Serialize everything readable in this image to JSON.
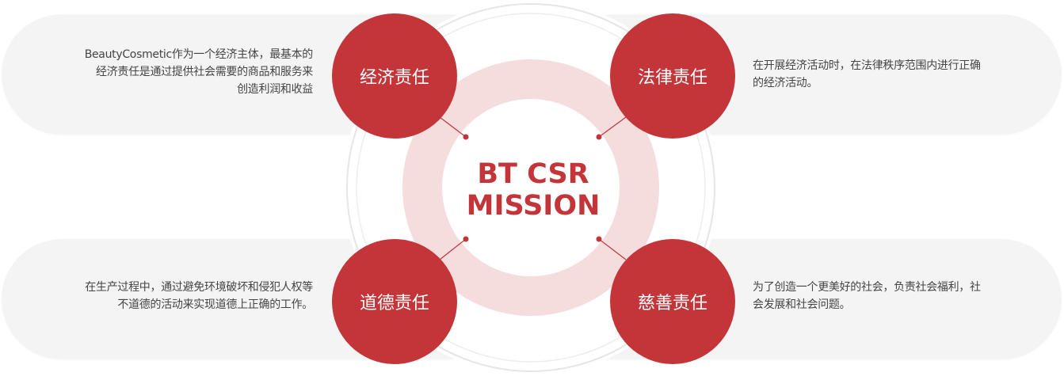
{
  "center": {
    "line1": "BT CSR",
    "line2": "MISSION"
  },
  "quadrants": {
    "economic": {
      "title": "经济责任",
      "lines": [
        "BeautyCosmetic作为一个经济主体，最基本的",
        "经济责任是通过提供社会需要的商品和服务来",
        "创造利润和收益"
      ]
    },
    "legal": {
      "title": "法律责任",
      "lines": [
        "在开展经济活动时，在法律秩序范围内进行正确",
        "的经济活动。"
      ]
    },
    "ethical": {
      "title": "道德责任",
      "lines": [
        "在生产过程中，通过避免环境破坏和侵犯人权等",
        "不道德的活动来实现道德上正确的工作。"
      ]
    },
    "philanthropic": {
      "title": "慈善责任",
      "lines": [
        "为了创造一个更美好的社会，负责社会福利，社",
        "会发展和社会问题。"
      ]
    }
  },
  "colors": {
    "accent": "#c4353a",
    "pill_bg": "#f4f4f4",
    "ring_pink": "#f5dcdd",
    "ring_grey": "#e6e6e6"
  }
}
